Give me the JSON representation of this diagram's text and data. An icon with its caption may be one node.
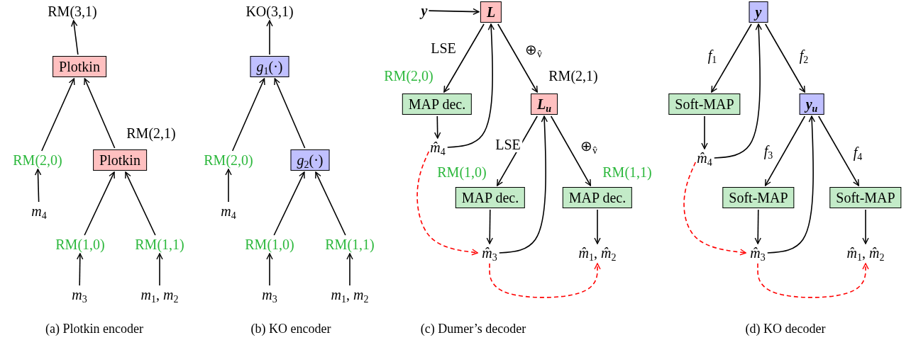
{
  "diagram": {
    "nodes": [
      {
        "text": [
          "RM(3,1)"
        ]
      },
      {
        "text": [
          "Plotkin"
        ]
      },
      {
        "text": [
          "RM(2,0)"
        ]
      },
      {
        "text": [
          "*m*$_{4}$"
        ]
      },
      {
        "text": [
          "Plotkin"
        ],
        "beside": [
          "RM(2,1)"
        ]
      },
      {
        "text": [
          "RM(1,0)"
        ]
      },
      {
        "text": [
          "RM(1,1)"
        ]
      },
      {
        "text": [
          "*m*$_{3}$"
        ]
      },
      {
        "text": [
          "*m*$_{1}$, *m*$_{2}$"
        ]
      },
      {
        "text": [
          "KO(3,1)"
        ]
      },
      {
        "text": [
          "*g*$_{1}$(·)"
        ]
      },
      {
        "text": [
          "RM(2,0)"
        ]
      },
      {
        "text": [
          "*m*$_{4}$"
        ]
      },
      {
        "text": [
          "*g*$_{2}$(·)"
        ]
      },
      {
        "text": [
          "RM(1,0)"
        ]
      },
      {
        "text": [
          "RM(1,1)"
        ]
      },
      {
        "text": [
          "*m*$_{3}$"
        ]
      },
      {
        "text": [
          "*m*$_{1}$, *m*$_{2}$"
        ]
      },
      {
        "text": [
          "y"
        ]
      },
      {
        "text": [
          "L"
        ]
      },
      {
        "text": [
          "MAP dec."
        ],
        "beside": [
          "RM(2,0)"
        ]
      },
      {
        "text": [
          "*m̂*$_{4}$"
        ]
      },
      {
        "text": [
          "L$_{u}$"
        ],
        "beside": [
          "RM(2,1)"
        ]
      },
      {
        "text": [
          "MAP dec."
        ],
        "beside": [
          "RM(1,0)"
        ]
      },
      {
        "text": [
          "MAP dec."
        ],
        "beside": [
          "RM(1,1)"
        ]
      },
      {
        "text": [
          "*m̂*$_{3}$"
        ]
      },
      {
        "text": [
          "*m̂*$_{1}$, *m̂*$_{2}$"
        ]
      },
      {
        "text": [
          "y"
        ]
      },
      {
        "text": [
          "Soft-MAP"
        ]
      },
      {
        "text": [
          "*m̂*$_{4}$"
        ]
      },
      {
        "text": [
          "y$_{u}$"
        ]
      },
      {
        "text": [
          "Soft-MAP"
        ]
      },
      {
        "text": [
          "Soft-MAP"
        ]
      },
      {
        "text": [
          "*m̂*$_{3}$"
        ]
      },
      {
        "text": [
          "*m̂*$_{1}$, *m̂*$_{2}$"
        ]
      }
    ],
    "edges": [
      {
        "from": 1,
        "to": 0,
        "arrow": "to"
      },
      {
        "from": 2,
        "to": 1,
        "arrow": "to"
      },
      {
        "from": 4,
        "to": 1,
        "arrow": "to"
      },
      {
        "from": 3,
        "to": 2,
        "arrow": "to"
      },
      {
        "from": 5,
        "to": 4,
        "arrow": "to"
      },
      {
        "from": 6,
        "to": 4,
        "arrow": "to"
      },
      {
        "from": 7,
        "to": 5,
        "arrow": "to"
      },
      {
        "from": 8,
        "to": 6,
        "arrow": "to"
      },
      {
        "from": 10,
        "to": 9,
        "arrow": "to"
      },
      {
        "from": 11,
        "to": 10,
        "arrow": "to"
      },
      {
        "from": 13,
        "to": 10,
        "arrow": "to"
      },
      {
        "from": 12,
        "to": 11,
        "arrow": "to"
      },
      {
        "from": 14,
        "to": 13,
        "arrow": "to"
      },
      {
        "from": 15,
        "to": 13,
        "arrow": "to"
      },
      {
        "from": 16,
        "to": 14,
        "arrow": "to"
      },
      {
        "from": 17,
        "to": 15,
        "arrow": "to"
      },
      {
        "from": 18,
        "to": 19,
        "arrow": "to"
      },
      {
        "from": 19,
        "to": 20,
        "arrow": "to",
        "label": "LSE"
      },
      {
        "from": 19,
        "to": 22,
        "arrow": "to",
        "label": "⊕$_{v̂}$"
      },
      {
        "from": 20,
        "to": 21,
        "arrow": "to"
      },
      {
        "from": 21,
        "to": 19,
        "arrow": "to"
      },
      {
        "from": 22,
        "to": 23,
        "arrow": "to",
        "label": "LSE"
      },
      {
        "from": 22,
        "to": 24,
        "arrow": "to",
        "label": "⊕$_{v̂}$"
      },
      {
        "from": 23,
        "to": 25,
        "arrow": "to"
      },
      {
        "from": 24,
        "to": 26,
        "arrow": "to"
      },
      {
        "from": 25,
        "to": 22,
        "arrow": "to"
      },
      {
        "from": 21,
        "to": 25,
        "arrow": "to",
        "style": "dashed",
        "color": "#ff0000"
      },
      {
        "from": 25,
        "to": 26,
        "arrow": "to",
        "style": "dashed",
        "color": "#ff0000"
      },
      {
        "from": 27,
        "to": 28,
        "arrow": "to",
        "label": "*f*$_{1}$"
      },
      {
        "from": 27,
        "to": 30,
        "arrow": "to",
        "label": "*f*$_{2}$"
      },
      {
        "from": 28,
        "to": 29,
        "arrow": "to"
      },
      {
        "from": 29,
        "to": 27,
        "arrow": "to"
      },
      {
        "from": 30,
        "to": 31,
        "arrow": "to",
        "label": "*f*$_{3}$"
      },
      {
        "from": 30,
        "to": 32,
        "arrow": "to",
        "label": "*f*$_{4}$"
      },
      {
        "from": 31,
        "to": 33,
        "arrow": "to"
      },
      {
        "from": 32,
        "to": 34,
        "arrow": "to"
      },
      {
        "from": 33,
        "to": 30,
        "arrow": "to"
      },
      {
        "from": 29,
        "to": 33,
        "arrow": "to",
        "style": "dashed",
        "color": "#ff0000"
      },
      {
        "from": 33,
        "to": 34,
        "arrow": "to",
        "style": "dashed",
        "color": "#ff0000"
      }
    ],
    "labels": [
      "(a) Plotkin encoder",
      "(b) KO encoder",
      "(c) Dumer’s decoder",
      "(d) KO decoder"
    ]
  }
}
